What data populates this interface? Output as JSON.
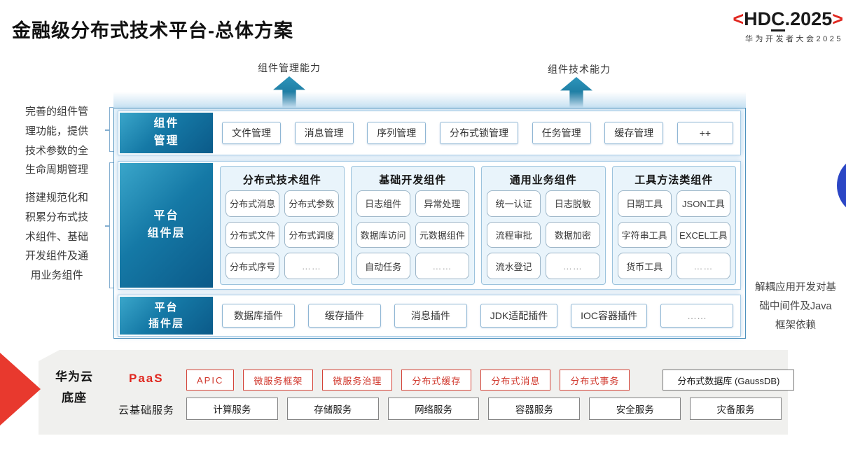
{
  "header": {
    "title": "金融级分布式技术平台-总体方案",
    "logo": {
      "bracket_left": "<",
      "part1": "HD",
      "part2_underlined": "C",
      "part3": ".2025",
      "bracket_right": ">",
      "subtitle": "华为开发者大会2025"
    }
  },
  "arrows": {
    "left_label": "组件管理能力",
    "right_label": "组件技术能力"
  },
  "annotations": {
    "left_top": "完善的组件管理功能，提供技术参数的全生命周期管理",
    "left_bottom": "搭建规范化和积累分布式技术组件、基础开发组件及通用业务组件",
    "right": "解耦应用开发对基础中间件及Java框架依赖"
  },
  "platform": {
    "component_mgmt_row": {
      "label_lines": [
        "组件",
        "管理"
      ],
      "items": [
        "文件管理",
        "消息管理",
        "序列管理",
        "分布式锁管理",
        "任务管理",
        "缓存管理",
        "++"
      ]
    },
    "component_layer_row": {
      "label_lines": [
        "平台",
        "组件层"
      ],
      "columns": [
        {
          "title": "分布式技术组件",
          "cells": [
            "分布式消息",
            "分布式参数",
            "分布式文件",
            "分布式调度",
            "分布式序号",
            "……"
          ]
        },
        {
          "title": "基础开发组件",
          "cells": [
            "日志组件",
            "异常处理",
            "数据库访问",
            "元数据组件",
            "自动任务",
            "……"
          ]
        },
        {
          "title": "通用业务组件",
          "cells": [
            "统一认证",
            "日志脱敏",
            "流程审批",
            "数据加密",
            "流水登记",
            "……"
          ]
        },
        {
          "title": "工具方法类组件",
          "cells": [
            "日期工具",
            "JSON工具",
            "字符串工具",
            "EXCEL工具",
            "货币工具",
            "……"
          ]
        }
      ]
    },
    "plugin_layer_row": {
      "label_lines": [
        "平台",
        "插件层"
      ],
      "items": [
        "数据库插件",
        "缓存插件",
        "消息插件",
        "JDK适配插件",
        "IOC容器插件",
        "……"
      ]
    }
  },
  "foundation": {
    "label_lines": [
      "华为云",
      "底座"
    ],
    "paas": {
      "label": "PaaS",
      "items": [
        "APIC",
        "微服务框架",
        "微服务治理",
        "分布式缓存",
        "分布式消息",
        "分布式事务"
      ],
      "highlight_item": "分布式数据库 (GaussDB)"
    },
    "iaas": {
      "label": "云基础服务",
      "items": [
        "计算服务",
        "存储服务",
        "网络服务",
        "容器服务",
        "安全服务",
        "灾备服务"
      ]
    }
  },
  "colors": {
    "label_gradient_start": "#3aa6ca",
    "label_gradient_end": "#0b5a89",
    "panel_border": "#a6cbe5",
    "arrow_teal": "#11688f",
    "huawei_red": "#e8392e",
    "paas_red": "#d0372c",
    "foundation_gray": "#f0f0ee",
    "circle_blue": "#2b46c5"
  }
}
